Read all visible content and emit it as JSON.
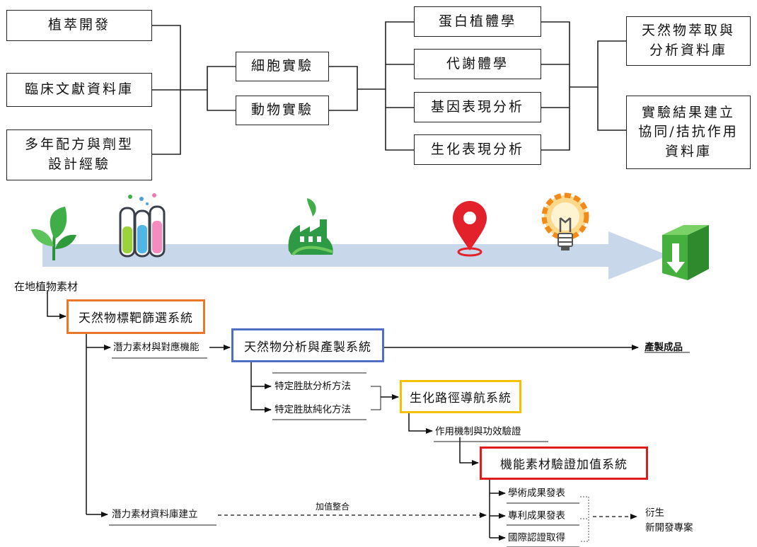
{
  "top_diagram": {
    "inputs": [
      "植萃開發",
      "臨床文獻資料庫",
      "多年配方與劑型\n設計經驗"
    ],
    "experiments": [
      "細胞實驗",
      "動物實驗"
    ],
    "analyses": [
      "蛋白植體學",
      "代謝體學",
      "基因表現分析",
      "生化表現分析"
    ],
    "outputs": [
      "天然物萃取與\n分析資料庫",
      "實驗結果建立\n協同/拮抗作用\n資料庫"
    ]
  },
  "banner": {
    "arrow_color": "#c9d7ea",
    "icons": [
      "plant-icon",
      "test-tubes-icon",
      "green-factory-icon",
      "location-pin-icon",
      "lightbulb-gear-icon",
      "green-box-icon"
    ]
  },
  "flow": {
    "start_label": "在地植物素材",
    "system1": "天然物標靶篩選系統",
    "potential_label": "潛力素材與對應機能",
    "system2": "天然物分析與產製系統",
    "product_label": "產製成品",
    "peptide_analysis": "特定胜肽分析方法",
    "peptide_purify": "特定胜肽純化方法",
    "system3": "生化路徑導航系統",
    "mechanism_label": "作用機制與功效驗證",
    "system4": "機能素材驗證加值系統",
    "academic_label": "學術成果發表",
    "patent_label": "專利成果發表",
    "cert_label": "國際認證取得",
    "database_label": "潛力素材資料庫建立",
    "integration_label": "加值整合",
    "derivative_label": "衍生\n新開發專案"
  },
  "colors": {
    "orange": "#e9782a",
    "blue": "#4f6fc4",
    "yellow": "#f5c000",
    "red": "#e01b1b",
    "leaf_green": "#3fae49",
    "pin_red": "#e3212b"
  }
}
